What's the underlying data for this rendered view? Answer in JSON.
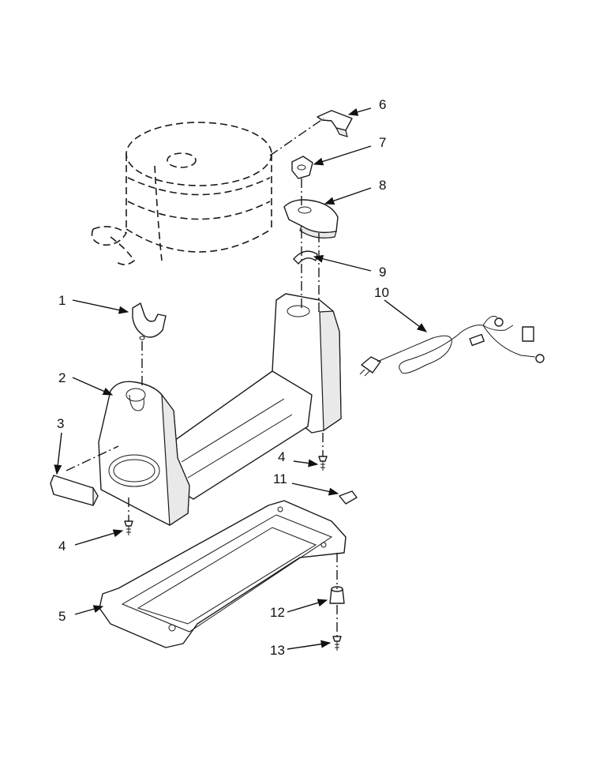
{
  "callouts": [
    {
      "id": "c1",
      "label": "1"
    },
    {
      "id": "c2",
      "label": "2"
    },
    {
      "id": "c3",
      "label": "3"
    },
    {
      "id": "c4a",
      "label": "4"
    },
    {
      "id": "c4b",
      "label": "4"
    },
    {
      "id": "c5",
      "label": "5"
    },
    {
      "id": "c6",
      "label": "6"
    },
    {
      "id": "c7",
      "label": "7"
    },
    {
      "id": "c8",
      "label": "8"
    },
    {
      "id": "c9",
      "label": "9"
    },
    {
      "id": "c10",
      "label": "10"
    },
    {
      "id": "c11",
      "label": "11"
    },
    {
      "id": "c12",
      "label": "12"
    },
    {
      "id": "c13",
      "label": "13"
    }
  ]
}
